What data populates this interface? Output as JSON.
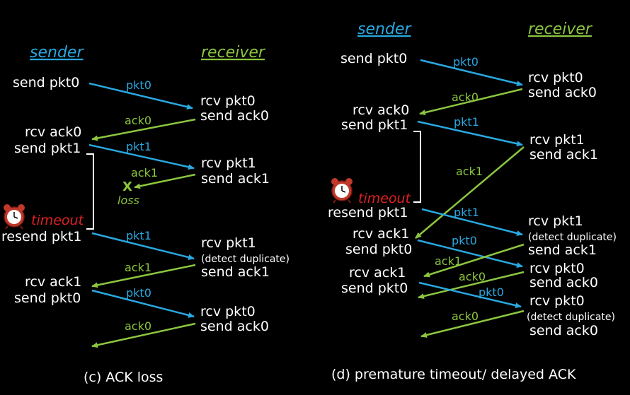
{
  "left": {
    "sender_header": "sender",
    "receiver_header": "receiver",
    "s1": "send pkt0",
    "r1a": "rcv pkt0",
    "r1b": "send ack0",
    "s2a": "rcv ack0",
    "s2b": "send pkt1",
    "r2a": "rcv pkt1",
    "r2b": "send ack1",
    "timeout": "timeout",
    "s3": "resend pkt1",
    "r3a": "rcv pkt1",
    "r3b": "(detect duplicate)",
    "r3c": "send ack1",
    "s4a": "rcv ack1",
    "s4b": "send pkt0",
    "r4a": "rcv pkt0",
    "r4b": "send ack0",
    "m_pkt0_1": "pkt0",
    "m_ack0_1": "ack0",
    "m_pkt1_1": "pkt1",
    "m_ack1_1": "ack1",
    "loss_x": "X",
    "loss": "loss",
    "m_pkt1_2": "pkt1",
    "m_ack1_2": "ack1",
    "m_pkt0_2": "pkt0",
    "m_ack0_2": "ack0",
    "caption": "(c) ACK loss"
  },
  "right": {
    "sender_header": "sender",
    "receiver_header": "receiver",
    "s1": "send pkt0",
    "r1a": "rcv pkt0",
    "r1b": "send ack0",
    "s2a": "rcv ack0",
    "s2b": "send pkt1",
    "r2a": "rcv pkt1",
    "r2b": "send ack1",
    "timeout": "timeout",
    "s3": "resend pkt1",
    "r3a": "rcv pkt1",
    "r3b": "(detect duplicate)",
    "r3c": "send ack1",
    "s4a": "rcv ack1",
    "s4b": "send pkt0",
    "r4a": "rcv pkt0",
    "r4b": "send ack0",
    "s5a": "rcv ack1",
    "s5b": "send pkt0",
    "r5a": "rcv pkt0",
    "r5b": "(detect duplicate)",
    "r5c": "send ack0",
    "m_pkt0_1": "pkt0",
    "m_ack0_1": "ack0",
    "m_pkt1_1": "pkt1",
    "m_ack1_1": "ack1",
    "m_pkt1_2": "pkt1",
    "m_pkt0_2": "pkt0",
    "m_ack1_2": "ack1",
    "m_ack0_2": "ack0",
    "m_pkt0_3": "pkt0",
    "m_ack0_3": "ack0",
    "caption": "(d) premature timeout/ delayed ACK"
  },
  "colors": {
    "packet": "#29a8e0",
    "ack": "#8cc63f",
    "timeout": "#e02020",
    "text": "#ffffff",
    "background": "#000000"
  },
  "icons": {
    "timer": "alarm-clock-icon",
    "loss": "x-mark-icon"
  }
}
